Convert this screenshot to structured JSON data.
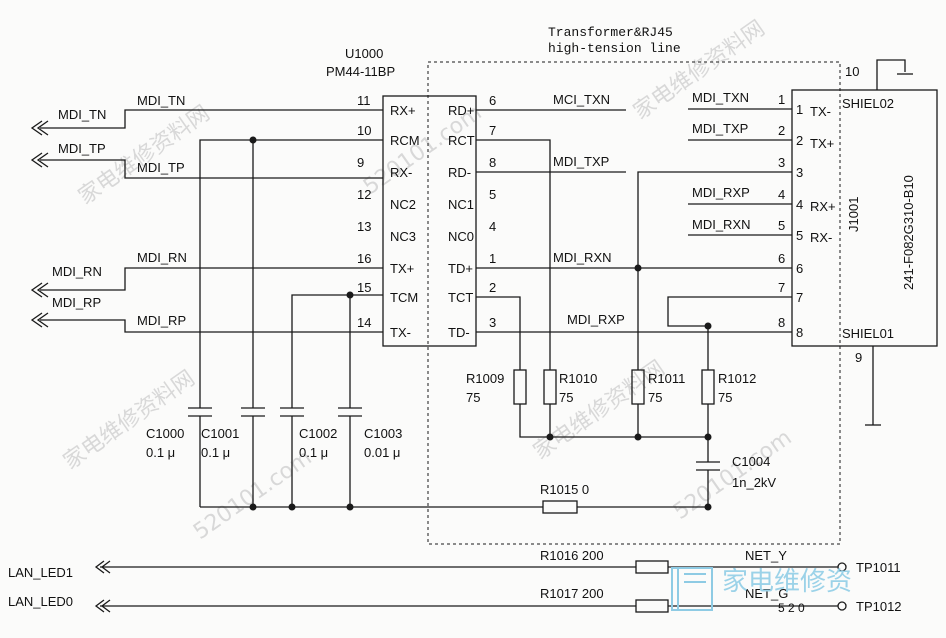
{
  "transformer": {
    "title": "Transformer&RJ45",
    "subtitle": "high-tension line"
  },
  "u1000": {
    "ref": "U1000",
    "part": "PM44-11BP",
    "left_pins": [
      {
        "num": "11",
        "name": "RX+"
      },
      {
        "num": "10",
        "name": "RCM"
      },
      {
        "num": "9",
        "name": "RX-"
      },
      {
        "num": "12",
        "name": "NC2"
      },
      {
        "num": "13",
        "name": "NC3"
      },
      {
        "num": "16",
        "name": "TX+"
      },
      {
        "num": "15",
        "name": "TCM"
      },
      {
        "num": "14",
        "name": "TX-"
      }
    ],
    "right_pins": [
      {
        "num": "6",
        "name": "RD+"
      },
      {
        "num": "7",
        "name": "RCT"
      },
      {
        "num": "8",
        "name": "RD-"
      },
      {
        "num": "5",
        "name": "NC1"
      },
      {
        "num": "4",
        "name": "NC0"
      },
      {
        "num": "1",
        "name": "TD+"
      },
      {
        "num": "2",
        "name": "TCT"
      },
      {
        "num": "3",
        "name": "TD-"
      }
    ]
  },
  "j1001": {
    "ref": "J1001",
    "part": "241-F082G310-B10",
    "pin_nums": [
      "1",
      "2",
      "3",
      "4",
      "5",
      "6",
      "7",
      "8"
    ],
    "pin_names": [
      "TX-",
      "TX+",
      "RX+",
      "RX-"
    ],
    "shield_top": "SHIEL02",
    "shield_bottom": "SHIEL01",
    "pin10": "10",
    "pin9": "9"
  },
  "nets": {
    "mdi_tn": "MDI_TN",
    "mdi_tp": "MDI_TP",
    "mdi_rn": "MDI_RN",
    "mdi_rp": "MDI_RP",
    "mci_txn": "MCI_TXN",
    "mdi_txp": "MDI_TXP",
    "mdi_rxn": "MDI_RXN",
    "mdi_rxp": "MDI_RXP",
    "j_txn": "MDI_TXN",
    "j_txp": "MDI_TXP",
    "j_rxp": "MDI_RXP",
    "j_rxn": "MDI_RXN",
    "net_y": "NET_Y",
    "net_g": "NET_G",
    "lan_led1": "LAN_LED1",
    "lan_led0": "LAN_LED0"
  },
  "caps": [
    {
      "ref": "C1000",
      "value": "0.1 μ"
    },
    {
      "ref": "C1001",
      "value": "0.1 μ"
    },
    {
      "ref": "C1002",
      "value": "0.1 μ"
    },
    {
      "ref": "C1003",
      "value": "0.01 μ"
    }
  ],
  "c1004": {
    "ref": "C1004",
    "value": "1n_2kV"
  },
  "resistors": [
    {
      "ref": "R1009",
      "value": "75"
    },
    {
      "ref": "R1010",
      "value": "75"
    },
    {
      "ref": "R1011",
      "value": "75"
    },
    {
      "ref": "R1012",
      "value": "75"
    }
  ],
  "r1015": "R1015 0",
  "r1016": "R1016 200",
  "r1017": "R1017 200",
  "tp1011": "TP1011",
  "tp1012": "TP1012",
  "watermark": {
    "cn": "家电维修资料网",
    "url": "520101.com",
    "logo": "家电维修资",
    "logo_url": "5 2 0"
  }
}
